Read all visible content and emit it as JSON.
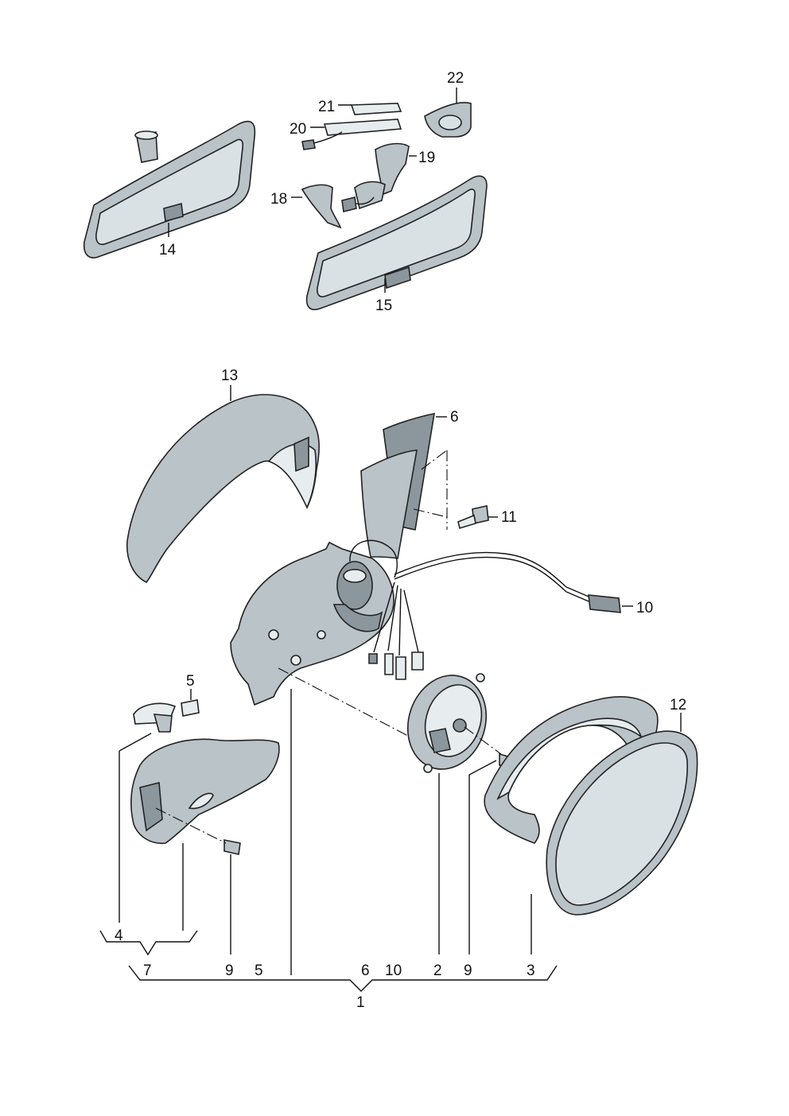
{
  "callouts": {
    "c14": "14",
    "c15": "15",
    "c18": "18",
    "c19": "19",
    "c20": "20",
    "c21": "21",
    "c22": "22",
    "c13": "13",
    "c6": "6",
    "c11": "11",
    "c10": "10",
    "c5": "5",
    "c12": "12",
    "c4": "4",
    "c9a": "9",
    "c2": "2",
    "c9b": "9",
    "c3": "3"
  },
  "groups": {
    "g7": {
      "label": "7",
      "members": [
        "4"
      ]
    },
    "g1": {
      "label": "1",
      "members": [
        "7",
        "9",
        "5",
        "6",
        "10",
        "2",
        "9",
        "3"
      ]
    }
  }
}
